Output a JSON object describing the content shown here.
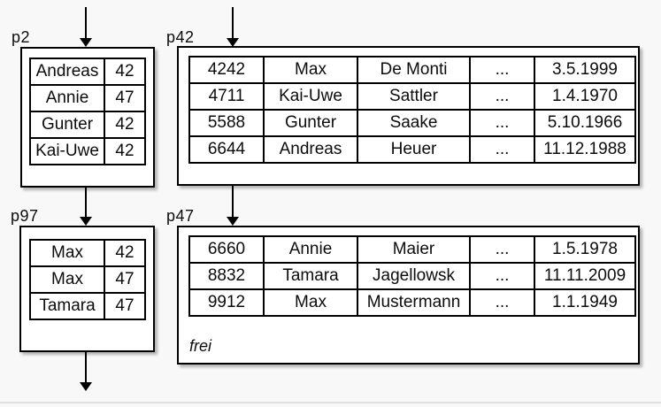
{
  "colors": {
    "background": "#f8f8f8",
    "box_background": "#ffffff",
    "border": "#000000",
    "divider": "#e0e0e0",
    "text": "#0c0c0c"
  },
  "pages": [
    {
      "label": "p2",
      "rows": [
        [
          "Andreas",
          "42"
        ],
        [
          "Annie",
          "47"
        ],
        [
          "Gunter",
          "42"
        ],
        [
          "Kai-Uwe",
          "42"
        ]
      ]
    },
    {
      "label": "p42",
      "rows": [
        [
          "4242",
          "Max",
          "De Monti",
          "...",
          "3.5.1999"
        ],
        [
          "4711",
          "Kai-Uwe",
          "Sattler",
          "...",
          "1.4.1970"
        ],
        [
          "5588",
          "Gunter",
          "Saake",
          "...",
          "5.10.1966"
        ],
        [
          "6644",
          "Andreas",
          "Heuer",
          "...",
          "11.12.1988"
        ]
      ]
    },
    {
      "label": "p97",
      "rows": [
        [
          "Max",
          "42"
        ],
        [
          "Max",
          "47"
        ],
        [
          "Tamara",
          "47"
        ]
      ]
    },
    {
      "label": "p47",
      "rows": [
        [
          "6660",
          "Annie",
          "Maier",
          "...",
          "1.5.1978"
        ],
        [
          "8832",
          "Tamara",
          "Jagellowsk",
          "...",
          "11.11.2009"
        ],
        [
          "9912",
          "Max",
          "Mustermann",
          "...",
          "1.1.1949"
        ]
      ],
      "free_label": "frei"
    }
  ]
}
